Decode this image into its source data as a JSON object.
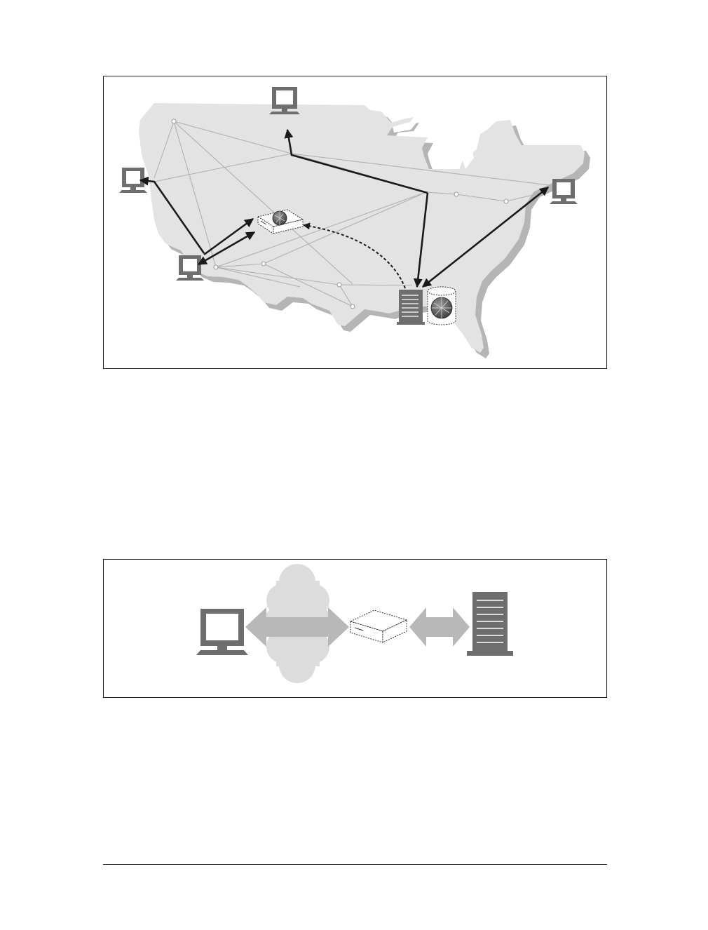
{
  "page": {
    "figures": [
      {
        "kind": "network-map",
        "region": "United States",
        "node_icons": [
          "desktop-computer-icon",
          "desktop-computer-icon",
          "desktop-computer-icon",
          "desktop-computer-icon",
          "cache-appliance-icon",
          "server-tower-icon",
          "globe-cylinder-icon"
        ],
        "connections": [
          {
            "from": "server",
            "to": "computer-north",
            "style": "solid-arrow"
          },
          {
            "from": "server",
            "to": "computer-east",
            "style": "solid-double-arrow"
          },
          {
            "from": "computer-southwest",
            "to": "computer-west",
            "style": "solid-arrow"
          },
          {
            "from": "computer-southwest",
            "to": "cache-appliance",
            "style": "solid-double-arrow-pair"
          },
          {
            "from": "server",
            "to": "cache-appliance",
            "style": "dashed-arrow"
          }
        ]
      },
      {
        "kind": "request-path",
        "sequence": [
          "desktop-computer-icon",
          "internet-cloud",
          "cache-appliance-icon",
          "server-tower-icon"
        ],
        "link_style": "double-headed-gray-arrows"
      }
    ]
  },
  "colors": {
    "map_fill": "#e3e3e3",
    "map_shadow": "#b5b5b5",
    "route_lines": "#b0b0b0",
    "device_gray": "#6e6e6e",
    "arrow": "#1a1a1a",
    "cloud": "#dcdcdc",
    "link_arrow": "#b8b8b8"
  }
}
